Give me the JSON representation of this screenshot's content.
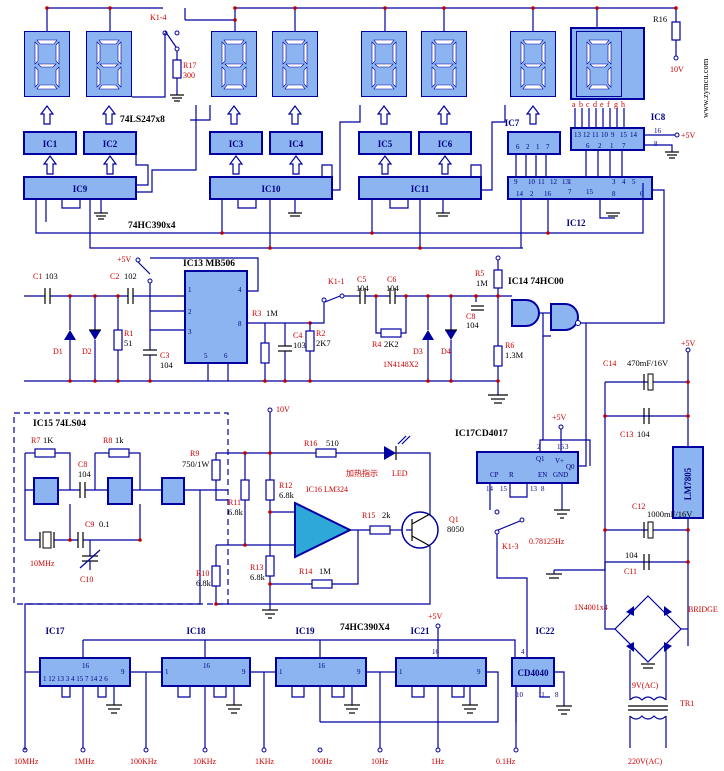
{
  "digits": [
    {
      "label": ""
    },
    {
      "label": ""
    },
    {
      "label": ""
    },
    {
      "label": ""
    },
    {
      "label": ""
    },
    {
      "label": ""
    },
    {
      "label": ""
    },
    {
      "label": ""
    }
  ],
  "displays_labels": {
    "r16": "R16",
    "v10": "10V",
    "website": "www.zymcu.com",
    "ic8": "IC8",
    "v5": "+5V"
  },
  "switches": {
    "k1_4": "K1-4",
    "k1_1": "K1-1",
    "k1_3": "K1-3"
  },
  "decoders": {
    "family": "74LS247x8",
    "counter_family": "74HC390x4",
    "chips": [
      "IC1",
      "IC2",
      "IC3",
      "IC4",
      "IC5",
      "IC6",
      "IC7"
    ],
    "counters": [
      "IC9",
      "IC10",
      "IC11",
      "IC12"
    ],
    "ic7_pins": [
      "6",
      "2",
      "1",
      "7"
    ],
    "ic8_pins": [
      "13",
      "12",
      "11",
      "10",
      "9",
      "15",
      "14"
    ],
    "ic8_pins_bottom": [
      "6",
      "2",
      "1",
      "7"
    ],
    "ic8_seg": [
      "a",
      "b",
      "c",
      "d",
      "e",
      "f",
      "g",
      "h"
    ],
    "ic8_pin16": "16",
    "ic8_pin8": "8",
    "ic12_top": [
      "9",
      "10",
      "11",
      "12",
      "13",
      "7",
      "15",
      "3",
      "4",
      "5"
    ],
    "ic12_bot": [
      "14",
      "2",
      "16",
      "1",
      "8",
      "6"
    ]
  },
  "r17": {
    "name": "R17",
    "value": "300"
  },
  "input_stage": {
    "plus5": "+5V",
    "ic13": "IC13 MB506",
    "c1": "C1",
    "c1v": "103",
    "c2": "C2",
    "c2v": "102",
    "r1": "R1",
    "r1v": "51",
    "d1": "D1",
    "d2": "D2",
    "c3": "C3",
    "c3v": "104",
    "r3": "R3",
    "r3v": "1M",
    "c4": "C4",
    "c4v": "103",
    "r2": "R2",
    "r2v": "2K7",
    "c5": "C5",
    "c5v": "104",
    "c6": "C6",
    "c6v": "104",
    "r4": "R4",
    "r4v": "2K2",
    "d34": "1N4148X2",
    "d3": "D3",
    "d4": "D4",
    "r5": "R5",
    "r5v": "1M",
    "c8": "C8",
    "c8v": "104",
    "r6": "R6",
    "r6v": "1.3M",
    "ic14": "IC14 74HC00",
    "ic13_pins": [
      "1",
      "4",
      "2",
      "8",
      "3",
      "5",
      "6"
    ]
  },
  "oscillator": {
    "title": "IC15 74LS04",
    "r7": "R7",
    "r7v": "1K",
    "r8": "R8",
    "r8v": "1k",
    "c8": "C8",
    "c8v": "104",
    "c9": "C9",
    "c9v": "0.1",
    "c10": "C10",
    "xtal": "10MHz"
  },
  "amplifier": {
    "v10": "10V",
    "r9": "R9",
    "r9v": "750/1W",
    "r16": "R16",
    "r16v": "510",
    "led_cn": "加热指示",
    "led": "LED",
    "ic16": "IC16 LM324",
    "r11": "R11",
    "r11v": "6.8k",
    "r12": "R12",
    "r12v": "6.8k",
    "r10": "R10",
    "r10v": "6.8k",
    "r13": "R13",
    "r13v": "6.8k",
    "r14": "R14",
    "r14v": "1M",
    "r15": "R15",
    "r15v": "2k",
    "q1": "Q1",
    "q1v": "8050"
  },
  "ic17cd": {
    "title": "IC17CD4017",
    "v5": "+5V",
    "top": [
      "2",
      "3",
      "16"
    ],
    "labels": [
      "CP",
      "R",
      "Q1",
      "EN",
      "GND",
      "V+",
      "Q0"
    ],
    "bot": [
      "14",
      "15",
      "13",
      "8"
    ],
    "k13_freq": "0.78125Hz"
  },
  "power": {
    "v5": "+5V",
    "c14": "C14",
    "c14v": "470mF/16V",
    "c13": "C13",
    "c13v": "104",
    "reg": "LM7805",
    "c12": "C12",
    "c12v": "1000mF/16V",
    "c11": "C11",
    "c11v": "104",
    "diodes": "1N4001x4",
    "bridge": "BRIDGE",
    "ac9": "9V(AC)",
    "tr1": "TR1",
    "ac220": "220V(AC)"
  },
  "dividers": {
    "family": "74HC390X4",
    "v5": "+5V",
    "chips": [
      "IC17",
      "IC18",
      "IC19",
      "IC21",
      "IC22"
    ],
    "cd4040": "CD4040",
    "ic17_pins": "1 12 13 3 4 15 7 14 2 6",
    "pin16": "16",
    "pin1": "1",
    "pin9": "9",
    "pin4": "4",
    "pin10": "10",
    "pin11": "11",
    "pin8": "8",
    "outputs": [
      "10MHz",
      "1MHz",
      "100KHz",
      "10KHz",
      "1KHz",
      "100Hz",
      "10Hz",
      "1Hz",
      "0.1Hz"
    ]
  }
}
